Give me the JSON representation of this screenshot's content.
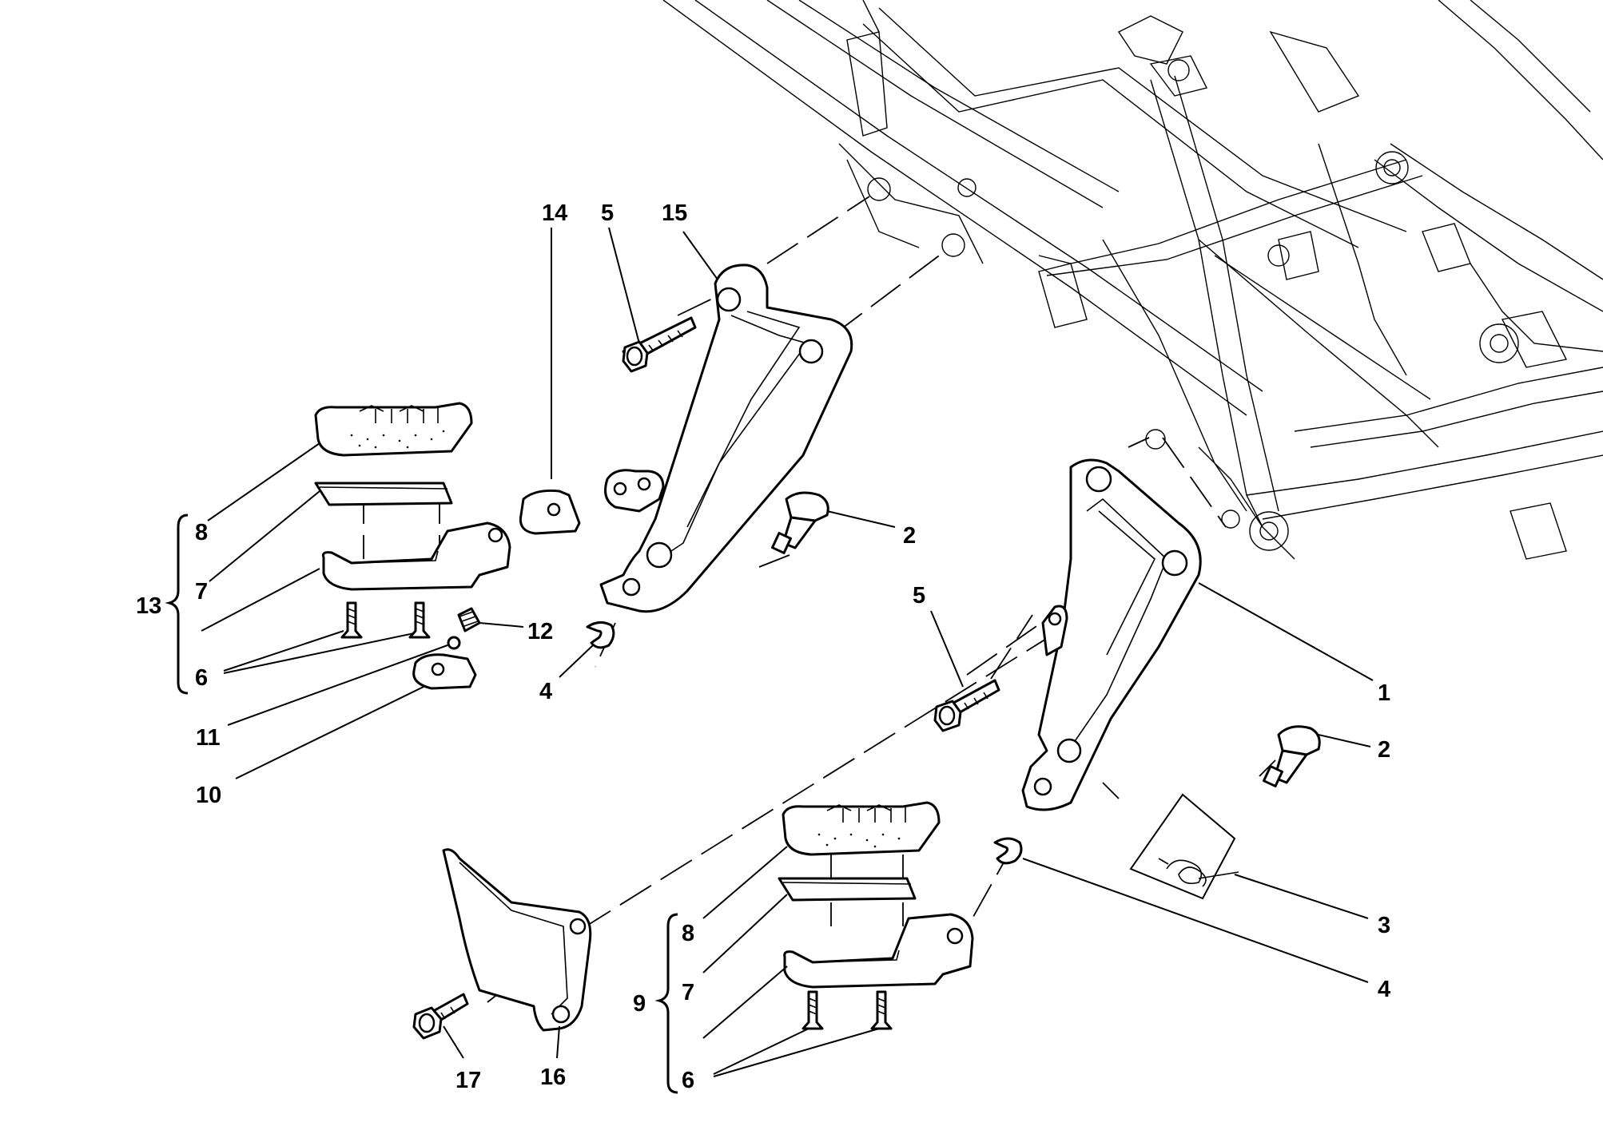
{
  "callouts": {
    "c14": "14",
    "c5a": "5",
    "c15": "15",
    "c8a": "8",
    "c7a": "7",
    "c13": "13",
    "c6a": "6",
    "c12": "12",
    "c4a": "4",
    "c11": "11",
    "c10": "10",
    "c2a": "2",
    "c5b": "5",
    "c1": "1",
    "c2b": "2",
    "c8b": "8",
    "c7b": "7",
    "c9": "9",
    "c6b": "6",
    "c3": "3",
    "c4b": "4",
    "c17": "17",
    "c16": "16"
  },
  "colors": {
    "ink": "#000000",
    "paper": "#ffffff"
  }
}
